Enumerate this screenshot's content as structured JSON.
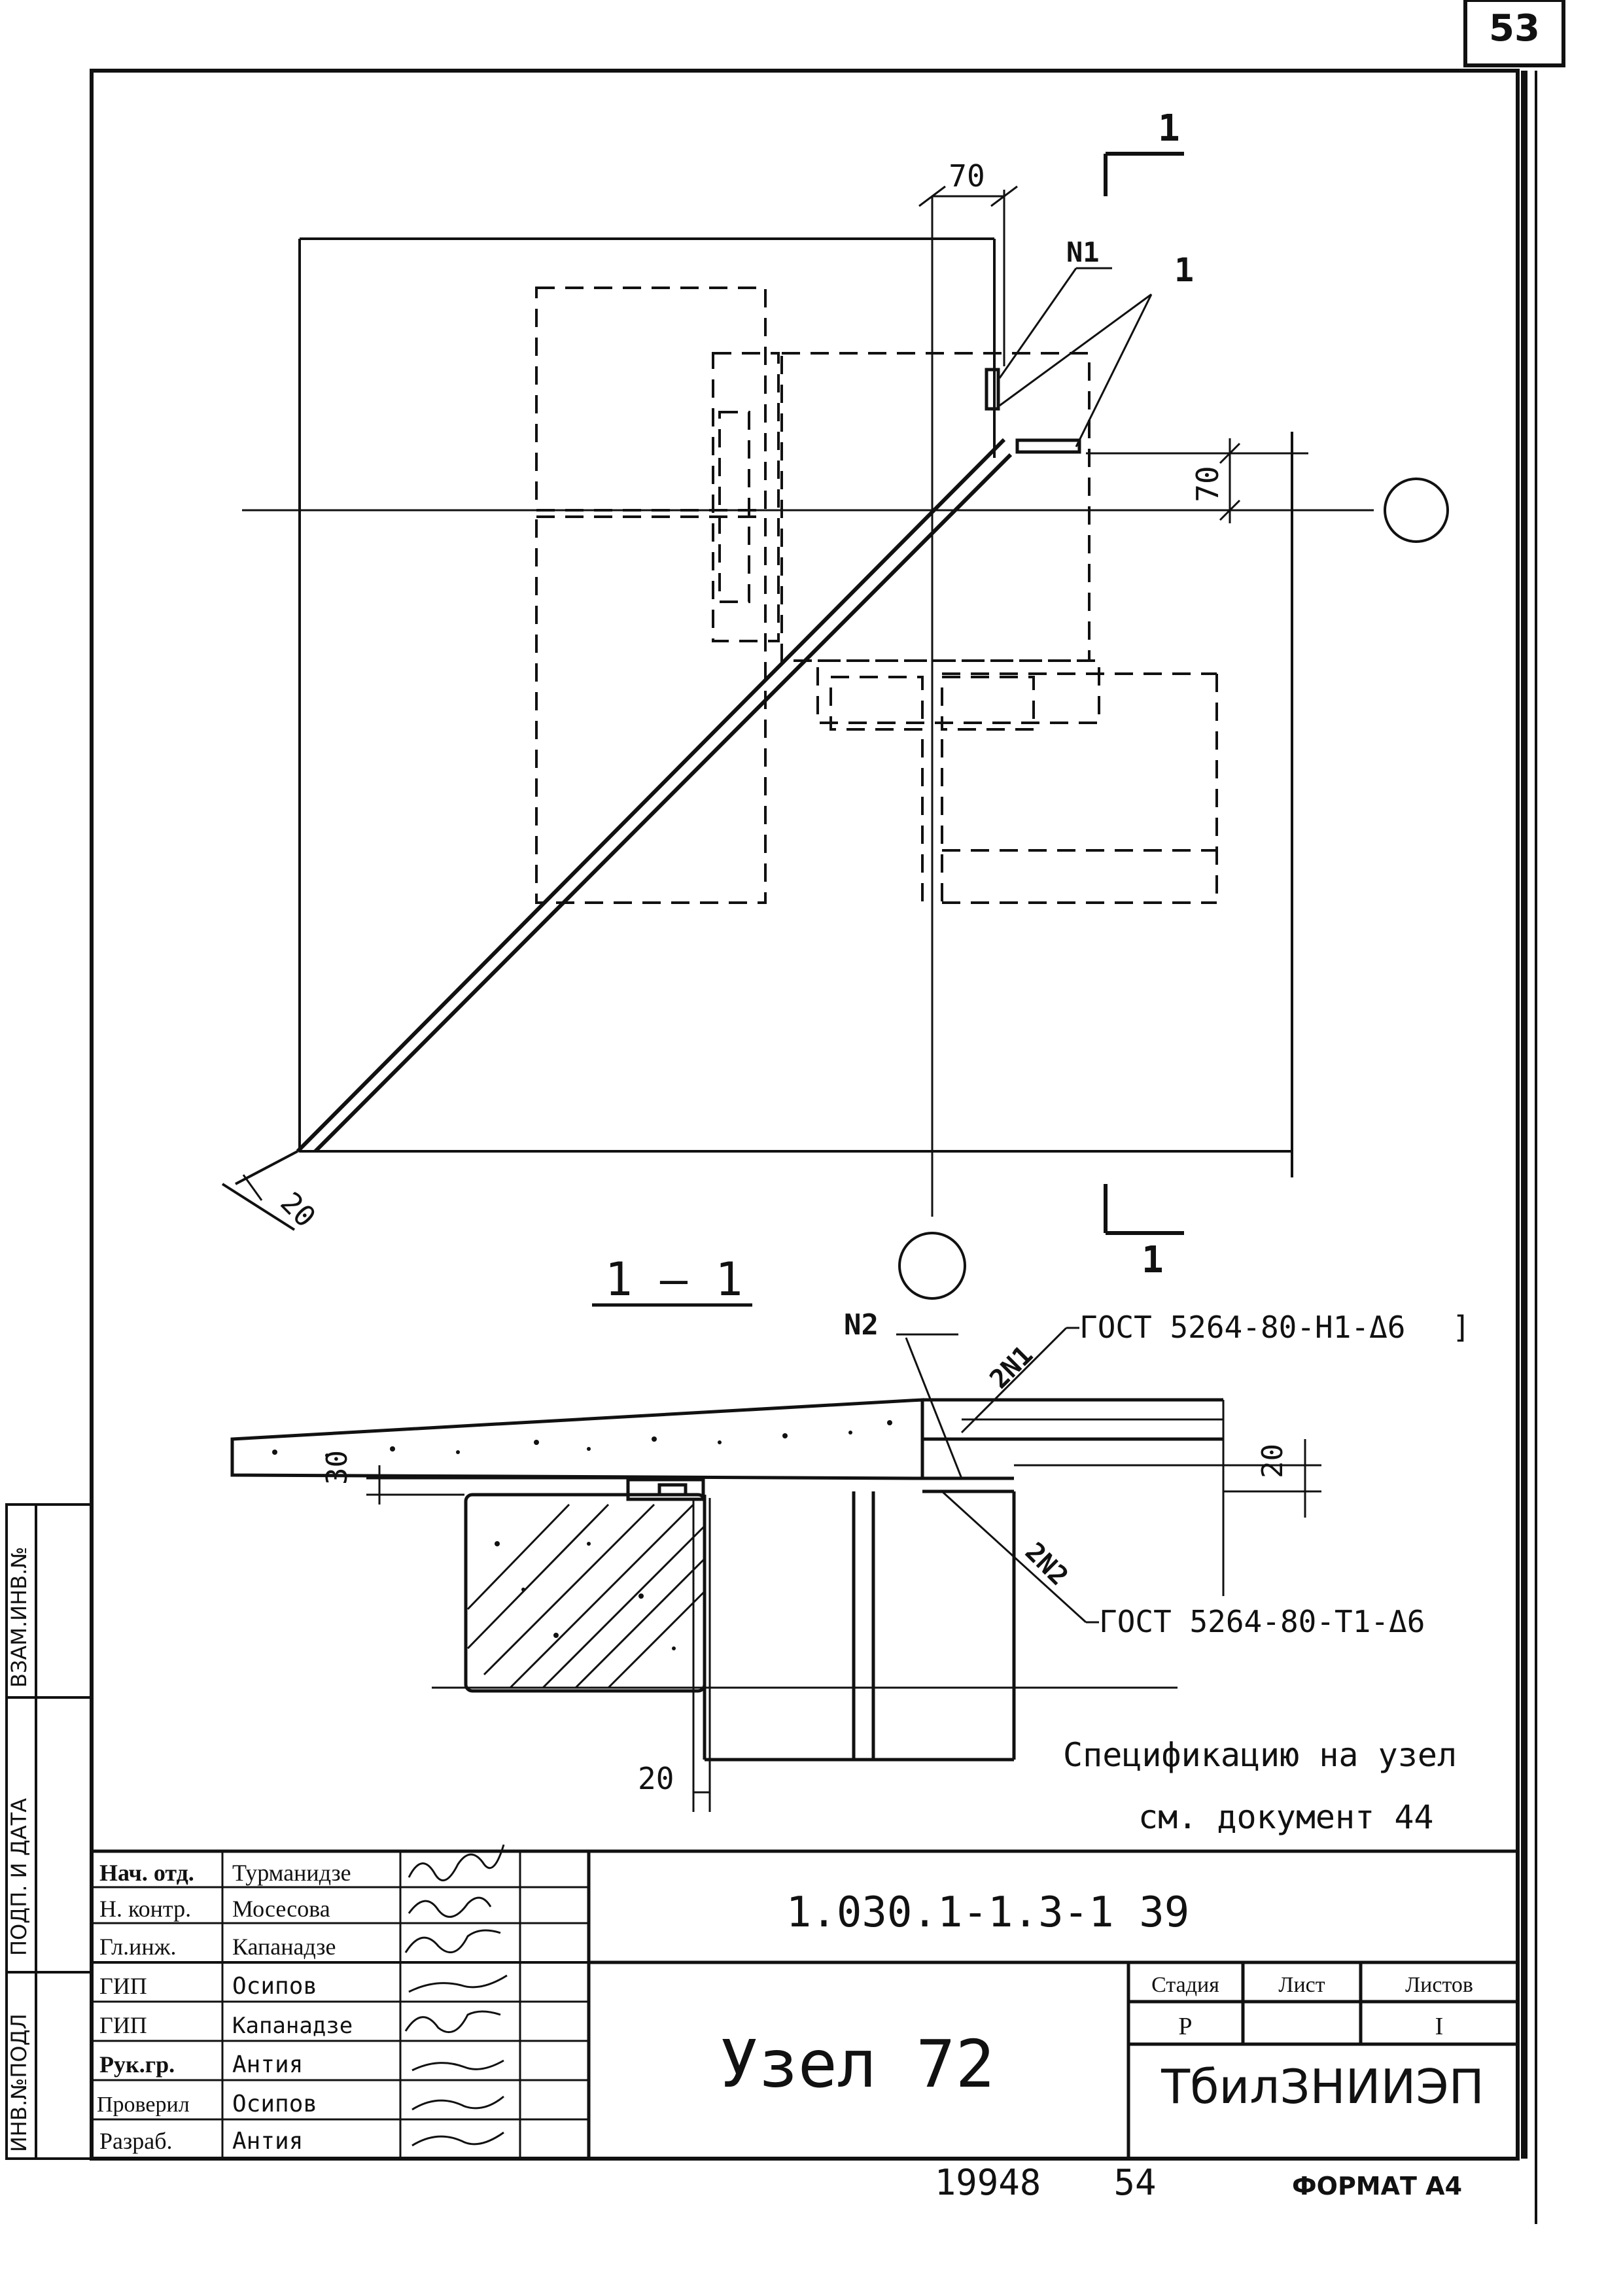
{
  "sheet": {
    "page_number": "53",
    "document_code": "1.030.1-1.3-1 39",
    "title": "Узел 72",
    "format_label": "ФОРМАТ А4",
    "bottom_numbers": {
      "inventory": "19948",
      "sheet_ref": "54"
    }
  },
  "drawing": {
    "dims": {
      "top": "70",
      "right": "70",
      "diagonal": "20",
      "left_30": "30",
      "right_20": "20",
      "bottom_20": "20"
    },
    "section_marks": {
      "top": "1",
      "bottom": "1",
      "leader": "1"
    },
    "section_title": "1 — 1",
    "node_labels": {
      "n1_top": "N1",
      "n2_section": "N2"
    },
    "callouts": {
      "weld_top_num": "2N1",
      "weld_top_text": "ГОСТ 5264-80-Н1-Δ6",
      "weld_bottom_num": "2N2",
      "weld_bottom_text": "ГОСТ 5264-80-Т1-Δ6"
    },
    "note": {
      "line1": "Спецификацию на узел",
      "line2": "см. документ 44"
    }
  },
  "side_stamp": {
    "text1": "ИНВ.№ПОДЛ",
    "text2": "ПОДП. И ДАТА",
    "text3": "ВЗАМ.ИНВ.№"
  },
  "title_block": {
    "staff": [
      {
        "role": "Нач. отд.",
        "name": "Турманидзе"
      },
      {
        "role": "Н. контр.",
        "name": "Мосесова"
      },
      {
        "role": "Гл.инж.",
        "name": "Капанадзе"
      },
      {
        "role": "ГИП",
        "name": "Осипов"
      },
      {
        "role": "ГИП",
        "name": "Капанадзе"
      },
      {
        "role": "Рук.гр.",
        "name": "Антия"
      },
      {
        "role": "Проверил",
        "name": "Осипов"
      },
      {
        "role": "Разраб.",
        "name": "Антия"
      }
    ],
    "stage_header": "Стадия",
    "sheet_header": "Лист",
    "sheets_header": "Листов",
    "stage_value": "Р",
    "sheet_value": "",
    "sheets_value": "I",
    "organization": "ТбилЗНИИЭП"
  }
}
